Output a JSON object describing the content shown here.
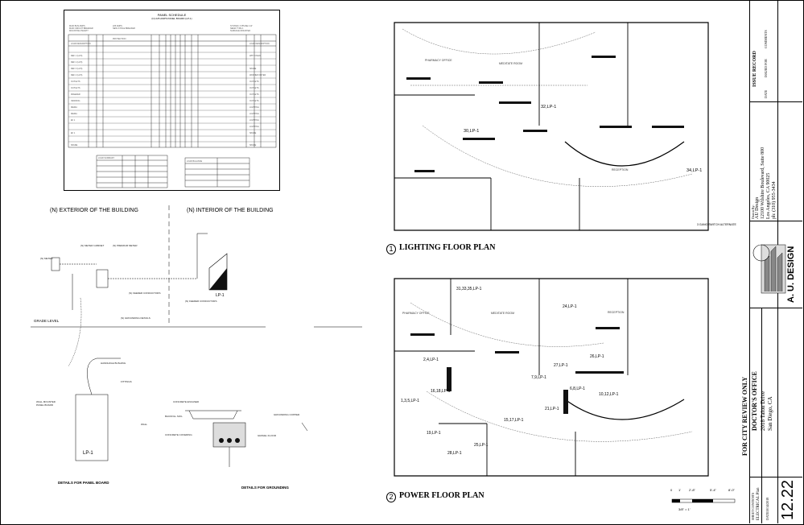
{
  "panel_schedule": {
    "title": "PANEL SCHEDULE",
    "subtitle": "(N) 225 AMPS PANEL BOARD (LP-1)"
  },
  "riser": {
    "exterior_label": "(N) EXTERIOR OF THE BUILDING",
    "interior_label": "(N) INTERIOR OF THE BUILDING",
    "grade_level": "GRADE LEVEL",
    "panel_tag": "LP-1",
    "panel_tag_board": "LP-1"
  },
  "details": {
    "panel_board_title": "DETAILS FOR PANEL BOARD",
    "grounding_title": "DETAILS FOR GROUNDING"
  },
  "plans": {
    "lighting_number": "1",
    "lighting_title": "LIGHTING FLOOR PLAN",
    "power_number": "2",
    "power_title": "POWER FLOOR PLAN",
    "lighting_circuits": [
      "32,LP-1",
      "30,LP-1",
      "34,LP-1"
    ],
    "power_circuits": [
      "31,33,35,LP-1",
      "24,LP-1",
      "2,4,LP-1",
      "26,LP-1",
      "27,LP-1",
      "7,9,LP-1",
      "6,8,LP-1",
      "16,18,LP-1",
      "1,3,5,LP-1",
      "21,LP-1",
      "10,12,LP-1",
      "15,17,LP-1",
      "19,LP-1",
      "28,LP-1",
      "25,LP-1"
    ],
    "rooms": [
      "PHARMACY OFFICE",
      "MEDITATE ROOM",
      "RECEPTION"
    ],
    "switch_note": "3 GANG SWITCH ALTERNATE"
  },
  "title_block": {
    "review_stamp": "FOR CITY REVIEW ONLY",
    "project_name": "DOCTOR'S OFFICE",
    "address_1": "2018 Talon Drive",
    "address_2": "San Diego, CA",
    "drawn_by": "Drawn By:",
    "firm_name": "AU Design",
    "firm_address_1": "12100 Wilshire Boulevard, Suite 800",
    "firm_address_2": "Los Angeles, CA 90025",
    "firm_phone": "ph: (310) 955-3434",
    "logo_text": "A. U. DESIGN",
    "issue_record": "ISSUE RECORD",
    "date_hdr": "DATE",
    "issued_for_hdr": "ISSUED FOR",
    "comments_hdr": "COMMENTS",
    "sheet_contents_label": "SHEET CONTENTS",
    "sheet_contents_value": "ELECTRICAL Plan",
    "date_label": "DATE",
    "date_value": "10/14/2018",
    "sheet_number": "12.22",
    "scale": "3/8\" = 1'",
    "scale_marks": [
      "0",
      "1'",
      "2'-8\"",
      "5'-4\"",
      "8'-0\""
    ]
  }
}
